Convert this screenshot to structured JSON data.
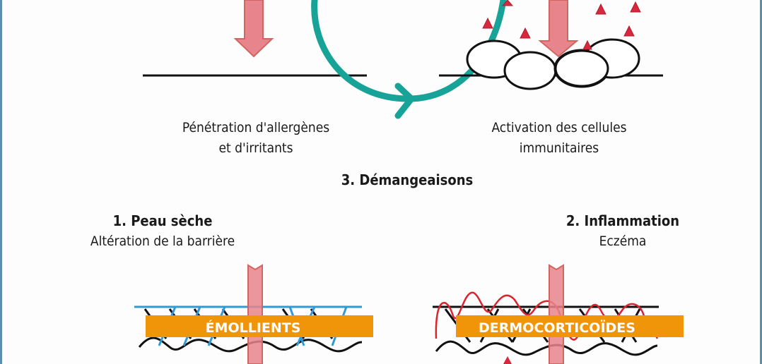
{
  "panels": {
    "top_left": {
      "caption_line1": "Pénétration d'allergènes",
      "caption_line2": "et d'irritants"
    },
    "top_right": {
      "caption_line1": "Activation des cellules",
      "caption_line2": "immunitaires"
    },
    "center": {
      "title": "3. Démangeaisons"
    },
    "bottom_left": {
      "title": "1. Peau sèche",
      "subtitle": "Altération de la barrière",
      "treatment": "ÉMOLLIENTS"
    },
    "bottom_right": {
      "title": "2. Inflammation",
      "subtitle": "Eczéma",
      "treatment": "DERMOCORTICOÏDES"
    }
  },
  "colors": {
    "cycle_arrow": "#17a398",
    "penetration_arrow": "#e8848c",
    "treatment_band": "#f0940a",
    "lipid_lines": "#2f9ad3",
    "inflammation_lines": "#d8242e",
    "allergen_triangles": "#d8283e",
    "frame": "#5b8fae"
  }
}
